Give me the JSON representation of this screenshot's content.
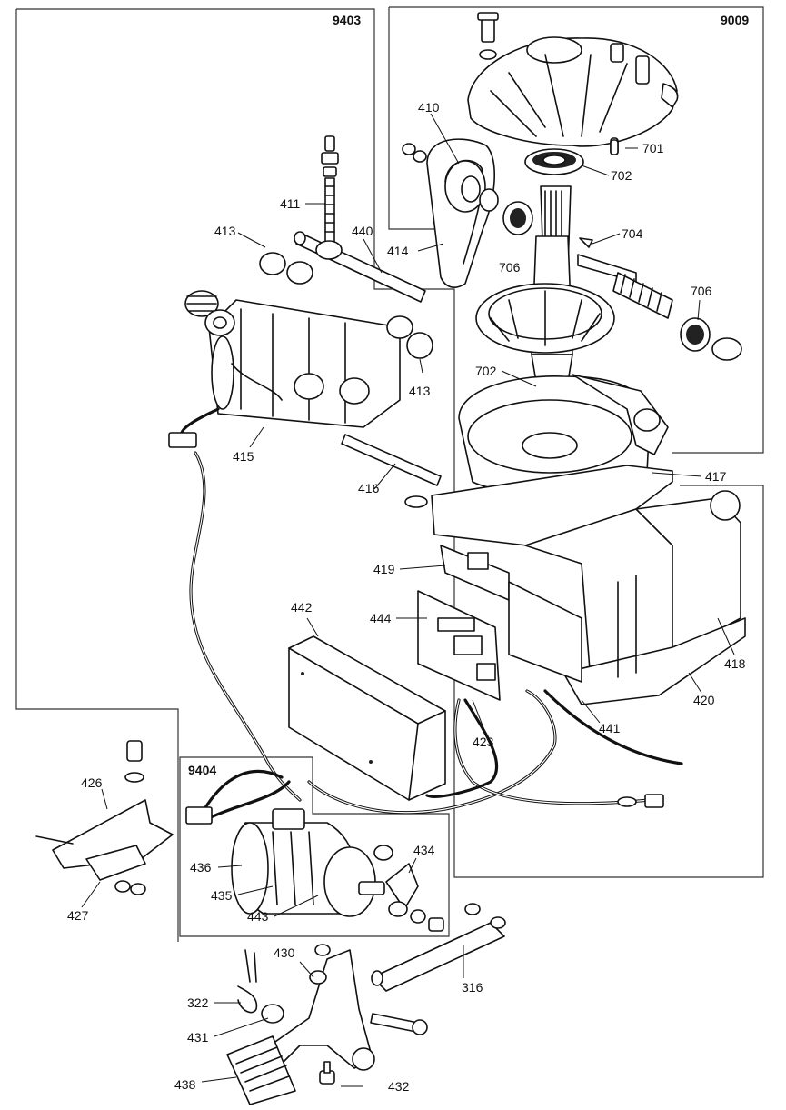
{
  "group_labels": [
    "9403",
    "9009",
    "9404"
  ],
  "part_labels": [
    "410",
    "411",
    "413",
    "440",
    "414",
    "701",
    "702",
    "704",
    "706",
    "415",
    "413",
    "702",
    "416",
    "417",
    "419",
    "442",
    "444",
    "418",
    "420",
    "441",
    "423",
    "426",
    "427",
    "436",
    "435",
    "443",
    "434",
    "430",
    "316",
    "322",
    "431",
    "438",
    "432",
    "706"
  ]
}
